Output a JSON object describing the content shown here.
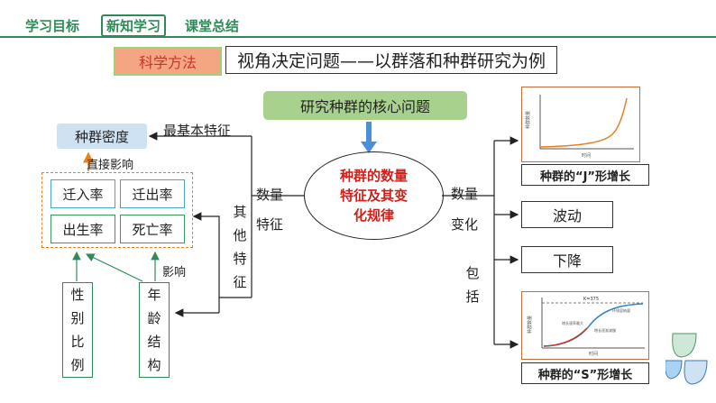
{
  "nav": {
    "items": [
      "学习目标",
      "新知学习",
      "课堂总结"
    ]
  },
  "header": {
    "method_label": "科学方法",
    "theme": "视角决定问题——以群落和种群研究为例"
  },
  "core_question": "研究种群的核心问题",
  "density": "种群密度",
  "labels": {
    "basic_feature": "最基本特征",
    "direct_effect": "直接影响",
    "effect": "影响",
    "quantity_left": "数量",
    "feature_left": "特征",
    "other_features": [
      "其",
      "他",
      "特",
      "征"
    ],
    "quantity_right": "数量",
    "change": "变化",
    "include": [
      "包",
      "括"
    ]
  },
  "rates": [
    "迁入率",
    "迁出率",
    "出生率",
    "死亡率"
  ],
  "sex_ratio": [
    "性",
    "别",
    "比",
    "例"
  ],
  "age_structure": [
    "年",
    "龄",
    "结",
    "构"
  ],
  "center": [
    "种群的数量",
    "特征及其变",
    "化规律"
  ],
  "growth": {
    "j_caption": "种群的“J”形增长",
    "s_caption": "种群的“S”形增长",
    "fluctuation": "波动",
    "decline": "下降",
    "j_chart": {
      "ylabel": "种群数量",
      "xlabel": "时间"
    },
    "s_chart": {
      "k_label": "K=375",
      "ylabel": "种群数量",
      "xlabel": "时间",
      "notes": [
        "环境容纳量",
        "增长速率最大",
        "增长逐渐减慢"
      ]
    }
  },
  "colors": {
    "green": "#2e8b57",
    "red": "#d0201b",
    "orange": "#e8821e"
  }
}
